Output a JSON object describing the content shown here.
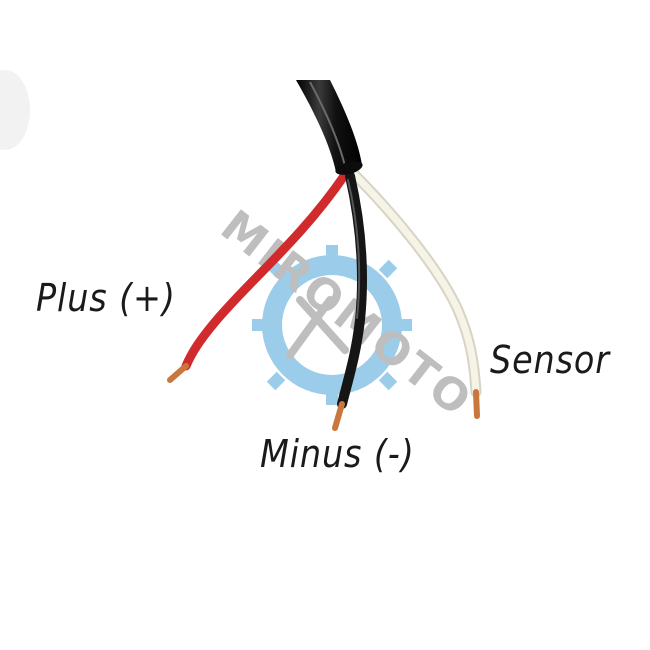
{
  "labels": {
    "plus": "Plus (+)",
    "minus": "Minus (-)",
    "sensor": "Sensor"
  },
  "watermark": {
    "text": "MIROMOTO",
    "icon": "gear-wrench-logo"
  },
  "colors": {
    "cable_jacket": "#1c1c1c",
    "wire_red": "#d8262a",
    "wire_black": "#151515",
    "wire_white": "#f3f0e2",
    "copper": "#c9773c",
    "watermark_blue": "#4aa3d8",
    "watermark_gray": "#8a8a8a",
    "label_text": "#1a1a1a"
  }
}
